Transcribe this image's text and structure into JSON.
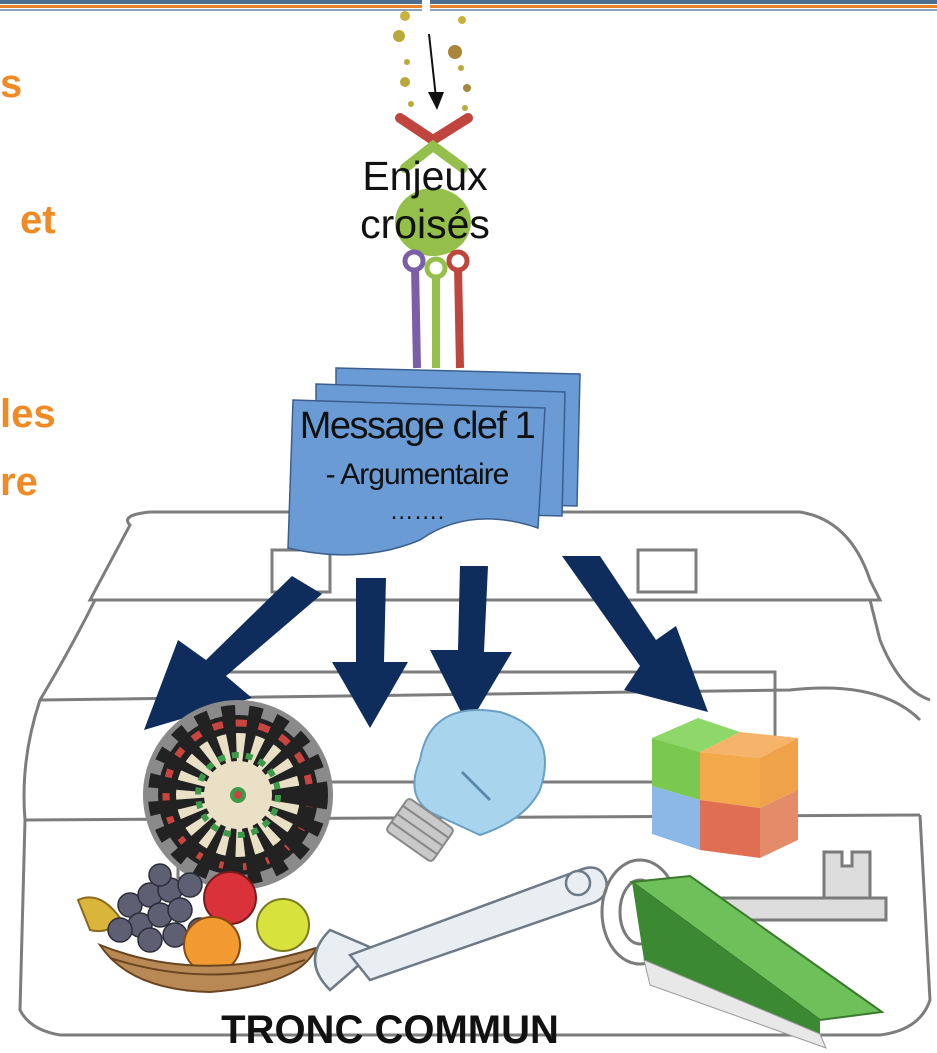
{
  "side_fragments": [
    "s",
    "et",
    "les",
    "re"
  ],
  "enjeux": {
    "line1": "Enjeux",
    "line2": "croisés"
  },
  "message": {
    "line1": "Message clef 1",
    "line2": "- Argumentaire",
    "line3": "……."
  },
  "footer": "TRONC COMMUN",
  "colors": {
    "accent_orange": "#f08a24",
    "arrow_navy": "#0f2d5c",
    "card_blue": "#6a9bd4",
    "green": "#94bf4a",
    "red": "#c0453f",
    "purple": "#7a5ea8"
  },
  "icons": [
    "pollen-dots-icon",
    "crossed-ribbon-icon",
    "green-plug-icon",
    "message-cards-icon",
    "dartboard-icon",
    "lightbulb-icon",
    "color-cube-icon",
    "fruit-basket-icon",
    "wrench-icon",
    "key-icon",
    "green-book-icon",
    "trunk-outline-icon"
  ]
}
